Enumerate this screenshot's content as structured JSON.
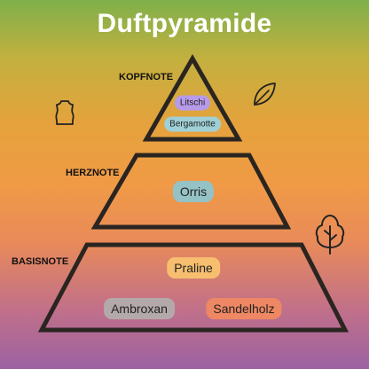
{
  "diagram": {
    "title": "Duftpyramide",
    "tiers": [
      {
        "label": "KOPFNOTE",
        "notes": [
          {
            "name": "Litschi",
            "color": "#b79bea"
          },
          {
            "name": "Bergamotte",
            "color": "#9fd0d6"
          }
        ]
      },
      {
        "label": "HERZNOTE",
        "notes": [
          {
            "name": "Orris",
            "color": "#95c2c4"
          }
        ]
      },
      {
        "label": "BASISNOTE",
        "notes": [
          {
            "name": "Praline",
            "color": "#f6be6e"
          },
          {
            "name": "Ambroxan",
            "color": "#b4a9aa"
          },
          {
            "name": "Sandelholz",
            "color": "#ee8763"
          }
        ]
      }
    ],
    "icons": [
      "leather-icon",
      "leaf-icon",
      "tree-icon"
    ],
    "colors": {
      "outline": "#222222",
      "title": "#ffffff"
    }
  }
}
